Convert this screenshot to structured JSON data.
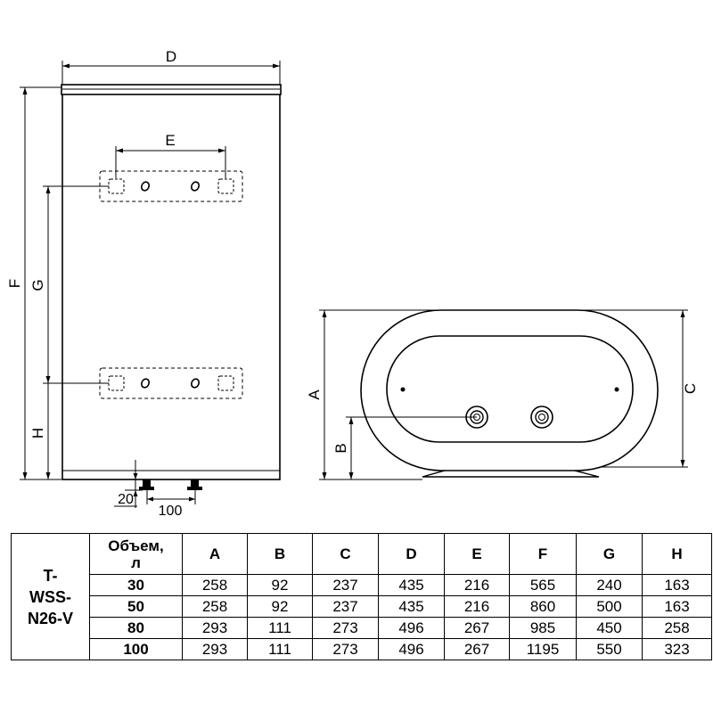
{
  "drawing": {
    "front_view": {
      "labels": {
        "D": "D",
        "E": "E",
        "F": "F",
        "G": "G",
        "H": "H"
      },
      "pipe_offset": "20",
      "pipe_spacing": "100"
    },
    "side_view": {
      "labels": {
        "A": "A",
        "B": "B",
        "C": "C"
      }
    }
  },
  "table": {
    "model": [
      "T-",
      "WSS-",
      "N26-V"
    ],
    "volume_header": [
      "Объем,",
      "л"
    ],
    "columns": [
      "A",
      "B",
      "C",
      "D",
      "E",
      "F",
      "G",
      "H"
    ],
    "rows": [
      {
        "volume": "30",
        "values": [
          "258",
          "92",
          "237",
          "435",
          "216",
          "565",
          "240",
          "163"
        ]
      },
      {
        "volume": "50",
        "values": [
          "258",
          "92",
          "237",
          "435",
          "216",
          "860",
          "500",
          "163"
        ]
      },
      {
        "volume": "80",
        "values": [
          "293",
          "111",
          "273",
          "496",
          "267",
          "985",
          "450",
          "258"
        ]
      },
      {
        "volume": "100",
        "values": [
          "293",
          "111",
          "273",
          "496",
          "267",
          "1195",
          "550",
          "323"
        ]
      }
    ]
  }
}
